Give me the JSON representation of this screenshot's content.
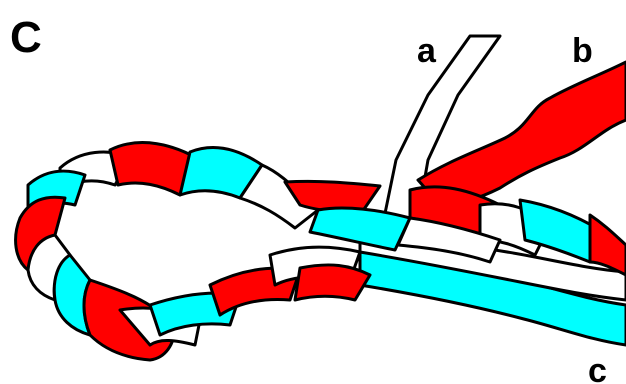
{
  "figure": {
    "panel_label": "C",
    "strand_labels": {
      "a": "a",
      "b": "b",
      "c": "c"
    }
  },
  "colors": {
    "red_strand": "#ff0000",
    "cyan_strand": "#00ffff",
    "white_strand": "#ffffff",
    "outline": "#000000",
    "background": "#ffffff"
  }
}
